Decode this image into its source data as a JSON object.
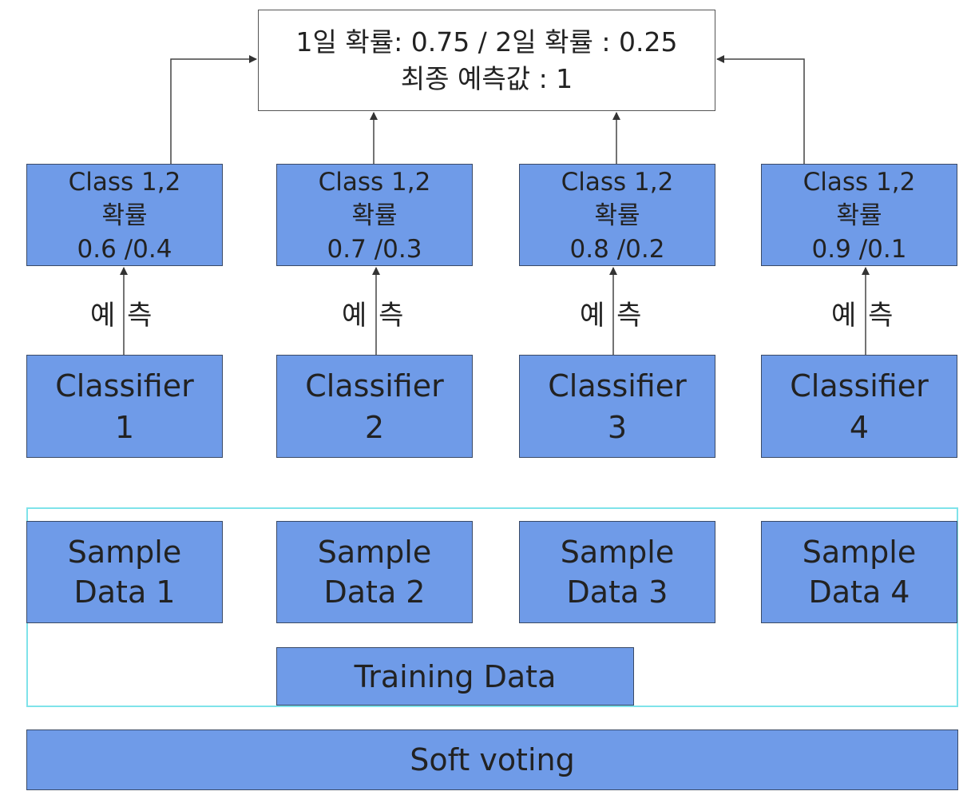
{
  "result": {
    "line1": "1일 확률: 0.75 / 2일 확률 : 0.25",
    "line2": "최종 예측값 : 1"
  },
  "columns": [
    {
      "prob_title": "Class 1,2",
      "prob_label": "확률",
      "prob_values": "0.6 /0.4",
      "predict": "예 측",
      "classifier": "Classifier",
      "classifier_no": "1",
      "sample_line1": "Sample",
      "sample_line2": "Data 1"
    },
    {
      "prob_title": "Class 1,2",
      "prob_label": "확률",
      "prob_values": "0.7 /0.3",
      "predict": "예 측",
      "classifier": "Classifier",
      "classifier_no": "2",
      "sample_line1": "Sample",
      "sample_line2": "Data 2"
    },
    {
      "prob_title": "Class 1,2",
      "prob_label": "확률",
      "prob_values": "0.8 /0.2",
      "predict": "예 측",
      "classifier": "Classifier",
      "classifier_no": "3",
      "sample_line1": "Sample",
      "sample_line2": "Data 3"
    },
    {
      "prob_title": "Class 1,2",
      "prob_label": "확률",
      "prob_values": "0.9 /0.1",
      "predict": "예 측",
      "classifier": "Classifier",
      "classifier_no": "4",
      "sample_line1": "Sample",
      "sample_line2": "Data 4"
    }
  ],
  "training_data": "Training Data",
  "soft_voting": "Soft voting"
}
